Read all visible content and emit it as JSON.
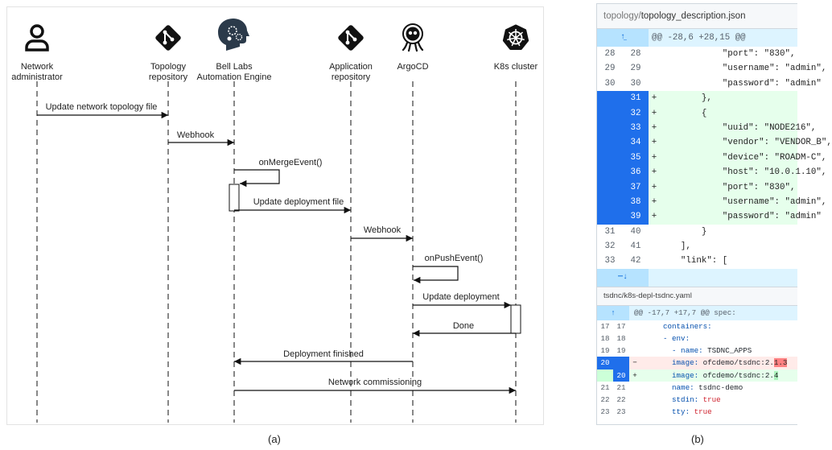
{
  "actors": [
    {
      "name": "Network\nadministrator",
      "icon": "person-icon"
    },
    {
      "name": "Topology\nrepository",
      "icon": "git-icon"
    },
    {
      "name": "Bell Labs\nAutomation Engine",
      "icon": "head-gears-icon"
    },
    {
      "name": "Application\nrepository",
      "icon": "git-icon"
    },
    {
      "name": "ArgoCD",
      "icon": "octopus-icon"
    },
    {
      "name": "K8s cluster",
      "icon": "helm-wheel-icon"
    }
  ],
  "messages": [
    {
      "label": "Update network topology file"
    },
    {
      "label": "Webhook"
    },
    {
      "label": "onMergeEvent()"
    },
    {
      "label": "Update deployment file"
    },
    {
      "label": "Webhook"
    },
    {
      "label": "onPushEvent()"
    },
    {
      "label": "Update deployment"
    },
    {
      "label": "Done"
    },
    {
      "label": "Deployment finished"
    },
    {
      "label": "Network commissioning"
    }
  ],
  "captions": {
    "a": "(a)",
    "b": "(b)"
  },
  "diff1": {
    "dir": "topology/",
    "file": "topology_description.json",
    "hunk": "@@ -28,6 +28,15 @@",
    "lines": [
      {
        "o": "28",
        "n": "28",
        "t": "ctx",
        "c": "            \"port\": \"830\","
      },
      {
        "o": "29",
        "n": "29",
        "t": "ctx",
        "c": "            \"username\": \"admin\","
      },
      {
        "o": "30",
        "n": "30",
        "t": "ctx",
        "c": "            \"password\": \"admin\""
      },
      {
        "o": "",
        "n": "31",
        "t": "add",
        "c": "        },"
      },
      {
        "o": "",
        "n": "32",
        "t": "add",
        "c": "        {"
      },
      {
        "o": "",
        "n": "33",
        "t": "add",
        "c": "            \"uuid\": \"NODE216\","
      },
      {
        "o": "",
        "n": "34",
        "t": "add",
        "c": "            \"vendor\": \"VENDOR_B\","
      },
      {
        "o": "",
        "n": "35",
        "t": "add",
        "c": "            \"device\": \"ROADM-C\","
      },
      {
        "o": "",
        "n": "36",
        "t": "add",
        "c": "            \"host\": \"10.0.1.10\","
      },
      {
        "o": "",
        "n": "37",
        "t": "add",
        "c": "            \"port\": \"830\","
      },
      {
        "o": "",
        "n": "38",
        "t": "add",
        "c": "            \"username\": \"admin\","
      },
      {
        "o": "",
        "n": "39",
        "t": "add",
        "c": "            \"password\": \"admin\""
      },
      {
        "o": "31",
        "n": "40",
        "t": "ctx",
        "c": "        }"
      },
      {
        "o": "32",
        "n": "41",
        "t": "ctx",
        "c": "    ],"
      },
      {
        "o": "33",
        "n": "42",
        "t": "ctx",
        "c": "    \"link\": ["
      }
    ]
  },
  "diff2": {
    "dir": "tsdnc/",
    "file": "k8s-depl-tsdnc.yaml",
    "hunk": "@@ -17,7 +17,7 @@ spec:",
    "lines": [
      {
        "o": "17",
        "n": "17",
        "t": "ctx",
        "k": "containers:",
        "v": ""
      },
      {
        "o": "18",
        "n": "18",
        "t": "ctx",
        "k": "- env:",
        "v": ""
      },
      {
        "o": "19",
        "n": "19",
        "t": "ctx",
        "k": "  - name: ",
        "v": "TSDNC_APPS"
      },
      {
        "o": "20",
        "n": "",
        "t": "del",
        "k": "  image: ",
        "v": "ofcdemo/tsdnc:2.",
        "h": "1.3"
      },
      {
        "o": "",
        "n": "20",
        "t": "add",
        "k": "  image: ",
        "v": "ofcdemo/tsdnc:2.",
        "h": "4"
      },
      {
        "o": "21",
        "n": "21",
        "t": "ctx",
        "k": "  name: ",
        "v": "tsdnc-demo"
      },
      {
        "o": "22",
        "n": "22",
        "t": "ctx",
        "k": "  stdin: ",
        "b": "true"
      },
      {
        "o": "23",
        "n": "23",
        "t": "ctx",
        "k": "  tty: ",
        "b": "true"
      }
    ]
  }
}
